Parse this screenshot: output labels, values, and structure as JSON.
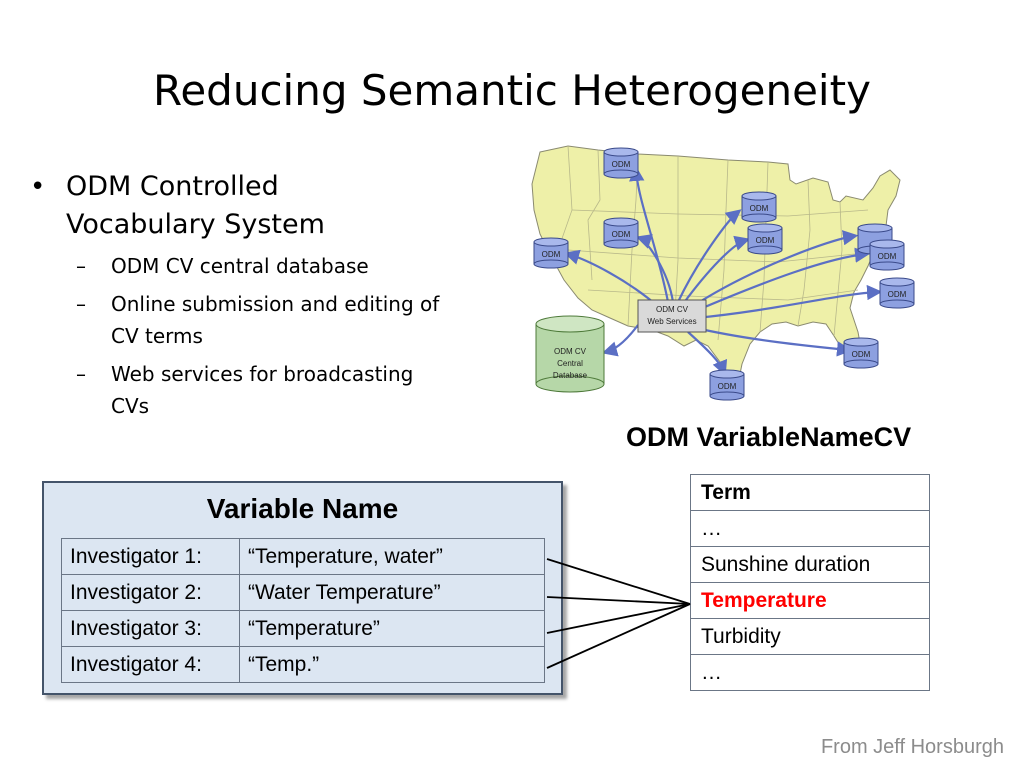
{
  "title": "Reducing Semantic Heterogeneity",
  "bullets": {
    "main": "ODM Controlled Vocabulary System",
    "main_line1": "ODM Controlled",
    "main_line2": "Vocabulary System",
    "subs": [
      {
        "line1": "ODM CV central database",
        "line2": ""
      },
      {
        "line1": "Online submission and editing of",
        "line2": "CV terms"
      },
      {
        "line1": "Web services for broadcasting",
        "line2": "CVs"
      }
    ],
    "bullet_glyph": "•",
    "dash_glyph": "–"
  },
  "map": {
    "node_label": "ODM",
    "hub_line1": "ODM CV",
    "hub_line2": "Web Services",
    "db_line1": "ODM CV",
    "db_line2": "Central",
    "db_line3": "Database",
    "colors": {
      "land": "#eef0a8",
      "border": "#8a8a70",
      "node": "#8da0e0",
      "arrow": "#5b6fc4",
      "db": "#b6d7a8"
    }
  },
  "cv_title": "ODM VariableNameCV",
  "variable_name": {
    "header": "Variable Name",
    "rows": [
      {
        "investigator": "Investigator 1:",
        "value": "“Temperature, water”"
      },
      {
        "investigator": "Investigator 2:",
        "value": "“Water Temperature”"
      },
      {
        "investigator": "Investigator 3:",
        "value": "“Temperature”"
      },
      {
        "investigator": "Investigator 4:",
        "value": "“Temp.”"
      }
    ]
  },
  "term_table": {
    "header": "Term",
    "rows": [
      "…",
      "Sunshine duration",
      "Temperature",
      "Turbidity",
      "…"
    ],
    "highlight_index": 2,
    "highlight_color": "#ff0000"
  },
  "credit": "From Jeff Horsburgh"
}
